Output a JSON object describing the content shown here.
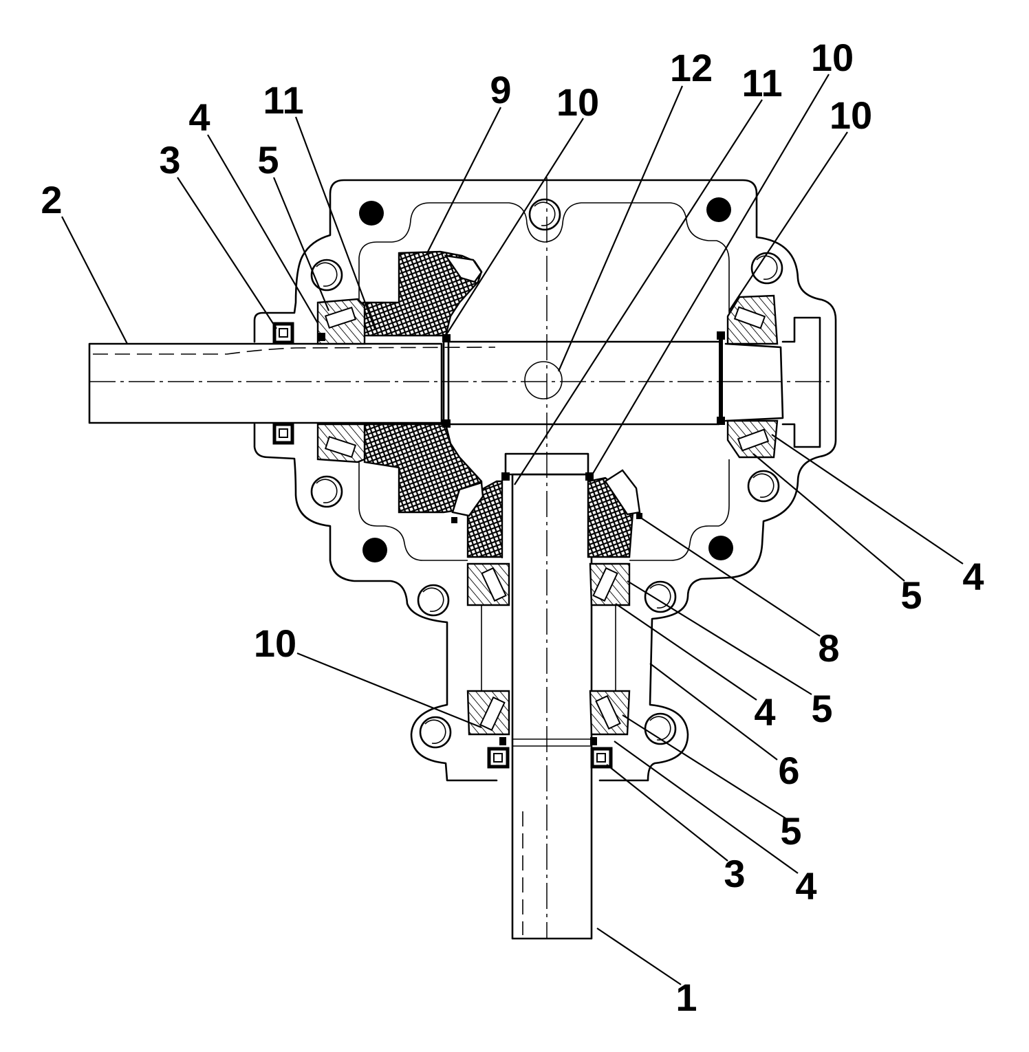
{
  "figure": {
    "callouts": [
      "2",
      "3",
      "4",
      "5",
      "11",
      "9",
      "10",
      "12",
      "11",
      "10",
      "10",
      "4",
      "5",
      "8",
      "10",
      "5",
      "4",
      "6",
      "5",
      "3",
      "4",
      "1"
    ]
  },
  "colors": {
    "ink": "#000000",
    "paper": "#ffffff"
  }
}
